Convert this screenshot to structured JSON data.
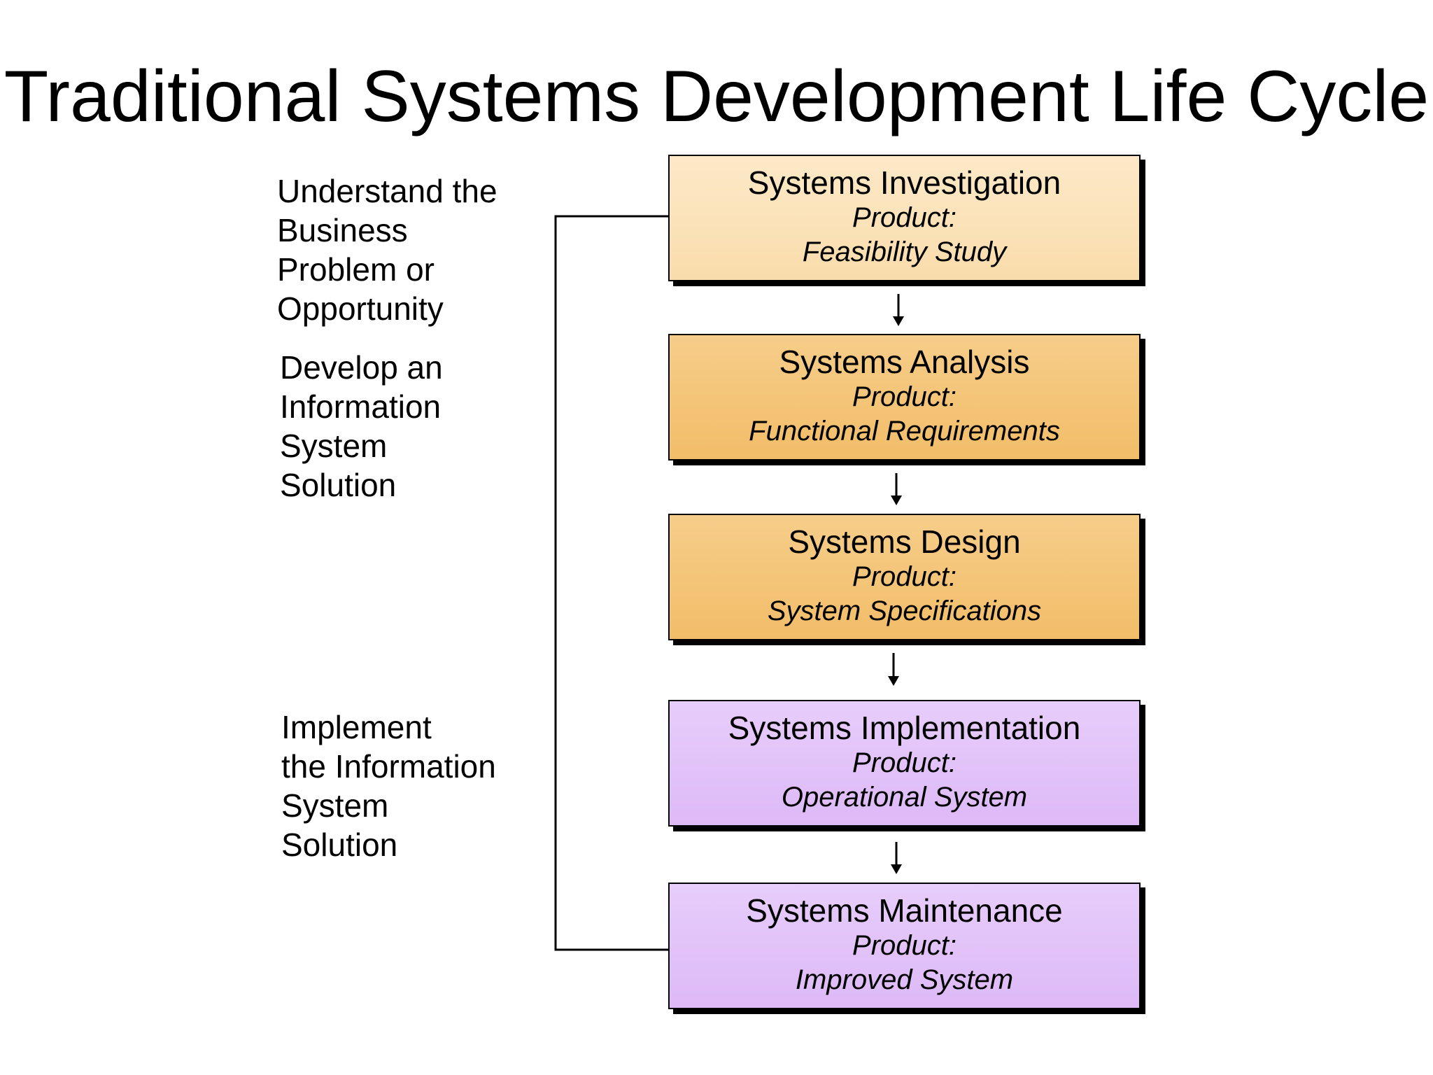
{
  "title": "Traditional Systems Development Life Cycle",
  "side_labels": {
    "understand": [
      "Understand the",
      "Business",
      "Problem or",
      "Opportunity"
    ],
    "develop": [
      "Develop an",
      "Information",
      "System",
      "Solution"
    ],
    "implement": [
      "Implement",
      "the Information",
      "System",
      "Solution"
    ]
  },
  "stages": [
    {
      "title": "Systems Investigation",
      "product_label": "Product:",
      "product": "Feasibility Study",
      "color": "#fbe4bd"
    },
    {
      "title": "Systems Analysis",
      "product_label": "Product:",
      "product": "Functional Requirements",
      "color": "#f4c678"
    },
    {
      "title": "Systems Design",
      "product_label": "Product:",
      "product": "System Specifications",
      "color": "#f4c678"
    },
    {
      "title": "Systems Implementation",
      "product_label": "Product:",
      "product": "Operational System",
      "color": "#e2c3f8"
    },
    {
      "title": "Systems Maintenance",
      "product_label": "Product:",
      "product": "Improved System",
      "color": "#e2c3f8"
    }
  ]
}
